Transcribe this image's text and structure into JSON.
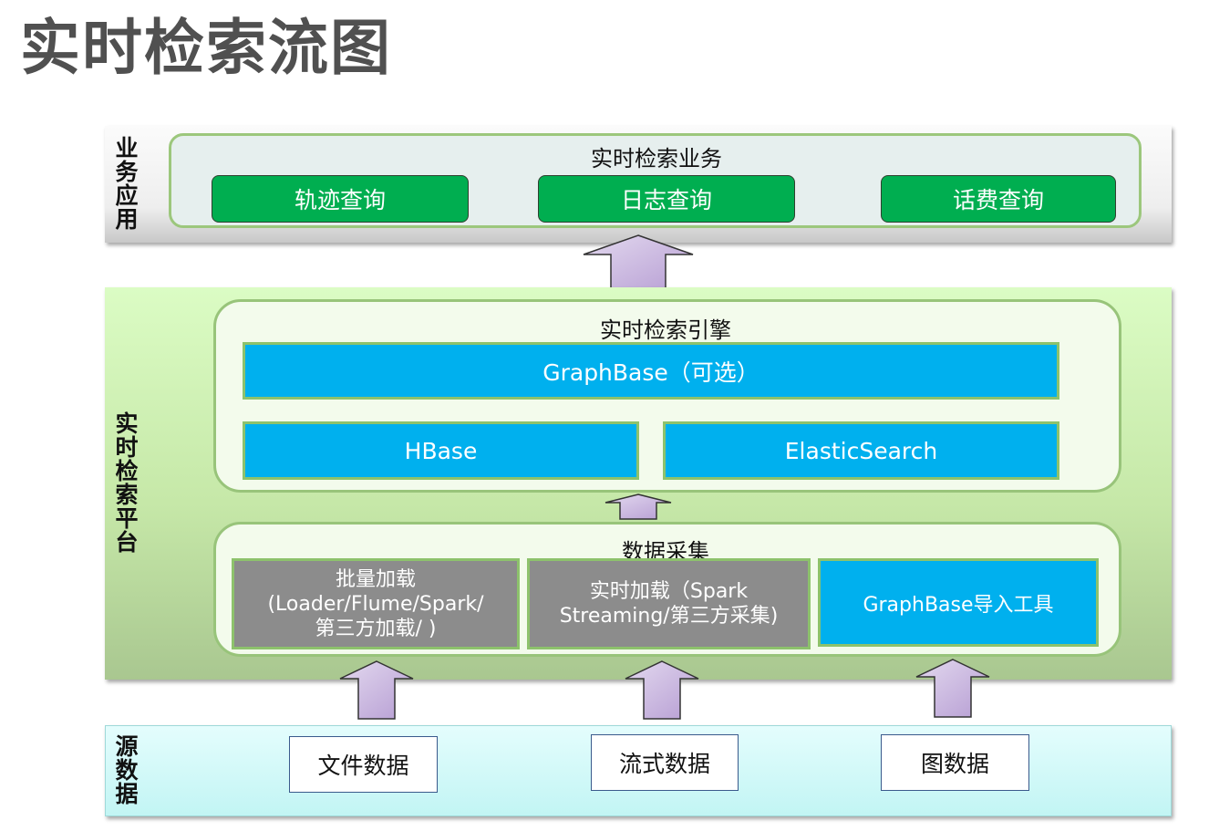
{
  "title": "实时检索流图",
  "layers": {
    "business": {
      "side_label": "业务应用",
      "section_title": "实时检索业务",
      "items": [
        "轨迹查询",
        "日志查询",
        "话费查询"
      ]
    },
    "platform": {
      "side_label": "实时检索平台",
      "engine": {
        "title": "实时检索引擎",
        "top": "GraphBase（可选）",
        "left": "HBase",
        "right": "ElasticSearch"
      },
      "collection": {
        "title": "数据采集",
        "items": [
          "批量加载\n(Loader/Flume/Spark/\n第三方加载/ )",
          "实时加载（Spark\nStreaming/第三方采集)",
          "GraphBase导入工具"
        ]
      }
    },
    "source": {
      "side_label": "源数据",
      "items": [
        "文件数据",
        "流式数据",
        "图数据"
      ]
    }
  },
  "colors": {
    "business_button": "#00ae50",
    "engine_box": "#00b0ee",
    "collection_box": "#8c8c8c",
    "arrow_fill": "#c9b6dd",
    "platform_band": "#c6e8a8",
    "source_band": "#c2f5f4"
  }
}
